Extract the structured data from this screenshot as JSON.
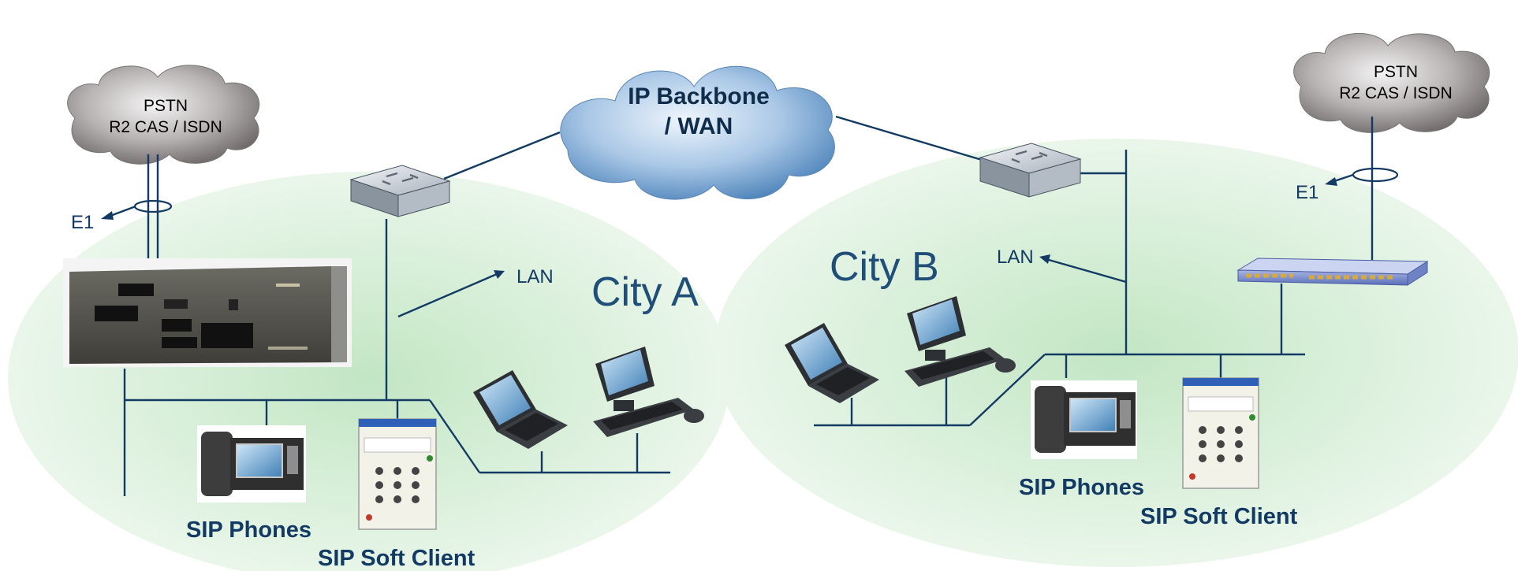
{
  "clouds": {
    "wan": {
      "line1": "IP Backbone",
      "line2": "/ WAN"
    },
    "pstn_left": {
      "line1": "PSTN",
      "line2": "R2 CAS / ISDN"
    },
    "pstn_right": {
      "line1": "PSTN",
      "line2": "R2 CAS / ISDN"
    }
  },
  "cities": {
    "a": {
      "name": "City A",
      "lan": "LAN",
      "e1": "E1",
      "phones": "SIP Phones",
      "softclient": "SIP Soft Client"
    },
    "b": {
      "name": "City B",
      "lan": "LAN",
      "e1": "E1",
      "phones": "SIP Phones",
      "softclient": "SIP Soft Client"
    }
  },
  "colors": {
    "line": "#123a63",
    "zone_center": "#c2e6c4",
    "zone_edge": "#eef8ee",
    "wan_cloud": "#7aa7d1",
    "pstn_cloud": "#8a8585"
  }
}
